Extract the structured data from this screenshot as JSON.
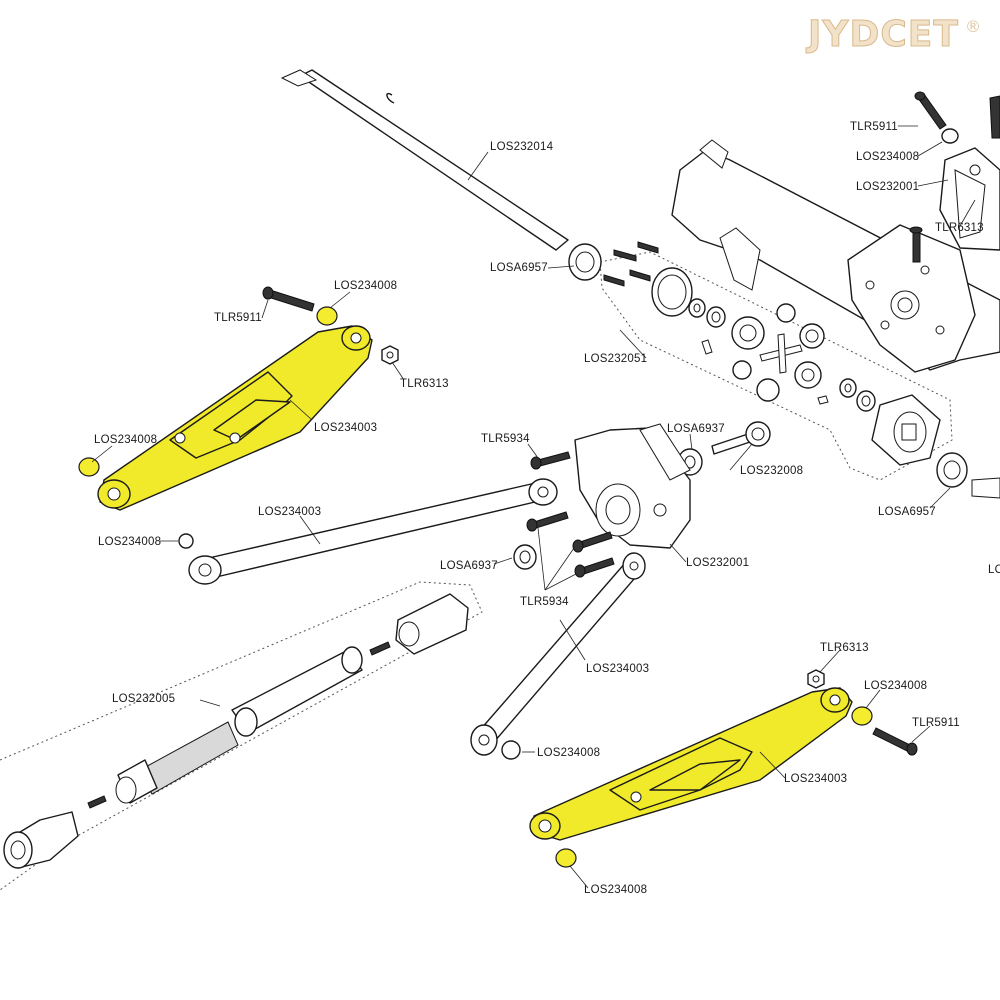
{
  "watermark": {
    "text": "JYDCET",
    "mark": "®"
  },
  "labels": {
    "los232014": "LOS232014",
    "losa6957_top": "LOSA6957",
    "tlr5911_topright": "TLR5911",
    "los234008_topright": "LOS234008",
    "los232001_topright": "LOS232001",
    "tlr6313_topright": "TLR6313",
    "los234008_left_top": "LOS234008",
    "tlr5911_left": "TLR5911",
    "tlr6313_left": "TLR6313",
    "los234003_left": "LOS234003",
    "los234008_left_mid": "LOS234008",
    "los232051": "LOS232051",
    "tlr5934_top": "TLR5934",
    "losa6937_top": "LOSA6937",
    "los232008": "LOS232008",
    "los234003_upperlink": "LOS234003",
    "los234008_left_low": "LOS234008",
    "losa6937_mid": "LOSA6937",
    "los232001_center": "LOS232001",
    "tlr5934_bottom": "TLR5934",
    "losa6957_right": "LOSA6957",
    "los_cut_right": "LO",
    "tlr6313_right": "TLR6313",
    "los234008_right_top": "LOS234008",
    "tlr5911_right": "TLR5911",
    "los232005": "LOS232005",
    "los234003_lowerlink": "LOS234003",
    "los234008_center_low": "LOS234008",
    "los234003_right": "LOS234003",
    "los234008_right_bottom": "LOS234008"
  },
  "colors": {
    "highlight": "#f0ea2a",
    "line": "#1a1a1a",
    "watermark": "#e6cfa6"
  }
}
